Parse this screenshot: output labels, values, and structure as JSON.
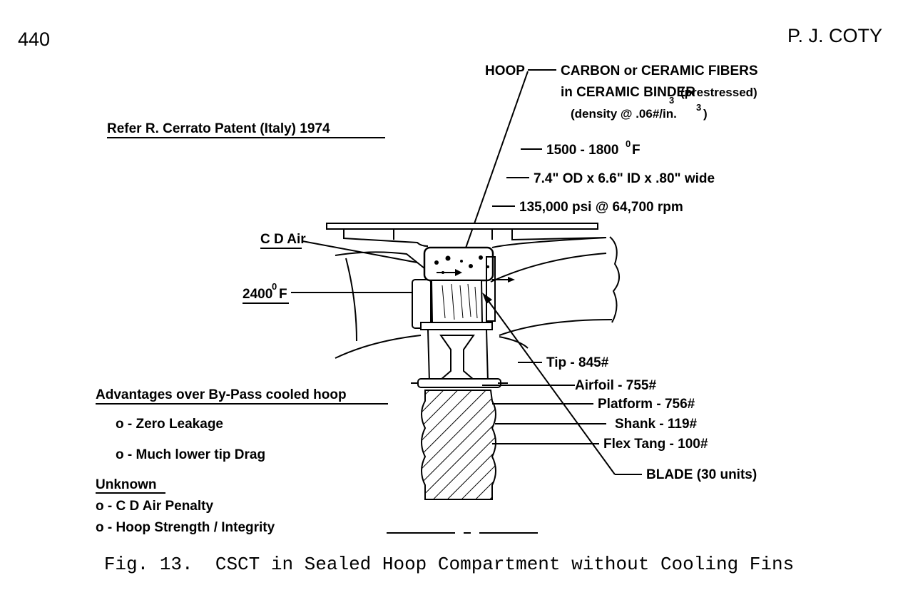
{
  "header": {
    "page_number": "440",
    "author": "P. J. COTY"
  },
  "figure": {
    "reference": "Refer R. Cerrato Patent (Italy) 1974",
    "hoop": {
      "label": "HOOP",
      "line1": "CARBON or CERAMIC FIBERS",
      "line2": "in CERAMIC BINDER",
      "line2_sub": "3",
      "line2_tail": "(prestressed)",
      "line3": "(density @ .06#/in.",
      "line3_sup": "3",
      "line3_tail": ")",
      "spec1": "1500 - 1800",
      "spec1_sup": "0",
      "spec1_unit": "F",
      "spec2": "7.4\" OD x 6.6\" ID x .80\" wide",
      "spec3": "135,000 psi @ 64,700 rpm"
    },
    "cd_air": "C D Air",
    "temperature": {
      "value": "2400",
      "sup": "0",
      "unit": "F"
    },
    "weights": [
      "Tip - 845#",
      "Airfoil - 755#",
      "Platform - 756#",
      "Shank - 119#",
      "Flex Tang - 100#"
    ],
    "blade": "BLADE (30 units)",
    "advantages": {
      "title": "Advantages over By-Pass cooled hoop",
      "items": [
        "o - Zero Leakage",
        "o - Much lower tip Drag"
      ]
    },
    "unknown": {
      "title": "Unknown",
      "items": [
        "o - C D Air Penalty",
        "o - Hoop Strength / Integrity"
      ]
    }
  },
  "caption": "Fig. 13.  CSCT in Sealed Hoop Compartment without Cooling Fins"
}
